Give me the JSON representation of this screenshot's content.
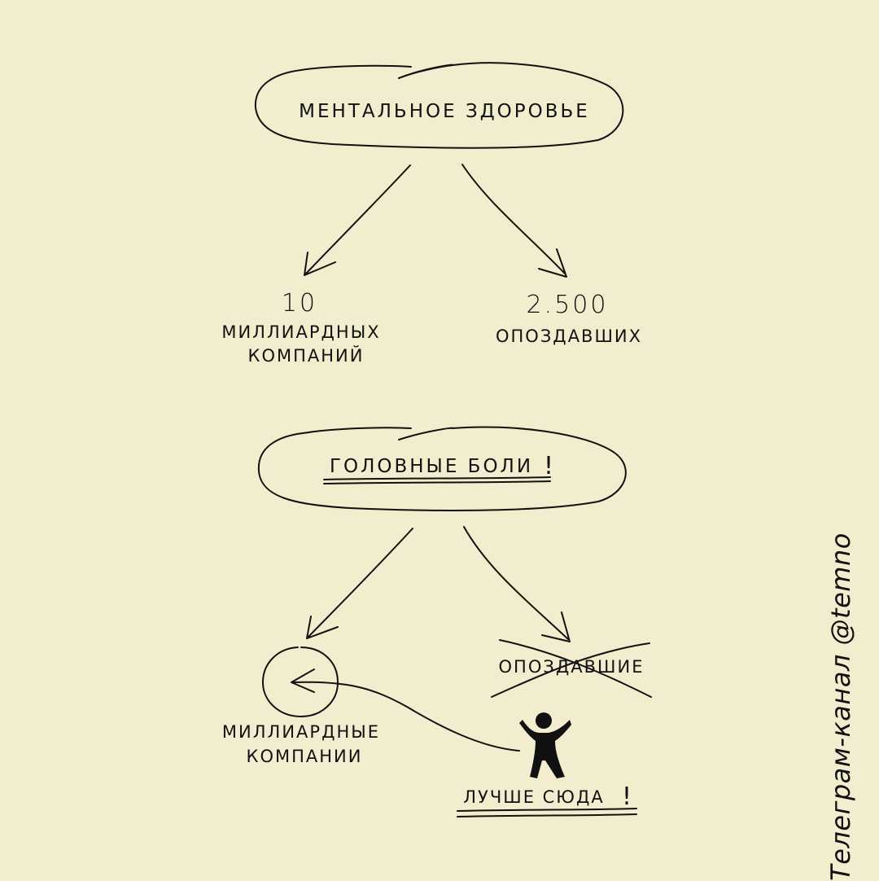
{
  "top": {
    "bubble_label": "МЕНТАЛЬНОЕ ЗДОРОВЬЕ",
    "left": {
      "number": "10",
      "line1": "МИЛЛИАРДНЫХ",
      "line2": "КОМПАНИЙ"
    },
    "right": {
      "number": "2.500",
      "line1": "ОПОЗДАВШИХ"
    }
  },
  "bottom": {
    "bubble_label": "ГОЛОВНЫЕ БОЛИ",
    "bubble_exclaim": "!",
    "left": {
      "line1": "МИЛЛИАРДНЫЕ",
      "line2": "КОМПАНИИ"
    },
    "right_crossed": "ОПОЗДАВШИЕ",
    "cta": "ЛУЧШЕ СЮДА",
    "cta_exclaim": "!"
  },
  "watermark": "Телеграм-канал @temno",
  "colors": {
    "background": "#f2edce",
    "ink": "#111111"
  }
}
